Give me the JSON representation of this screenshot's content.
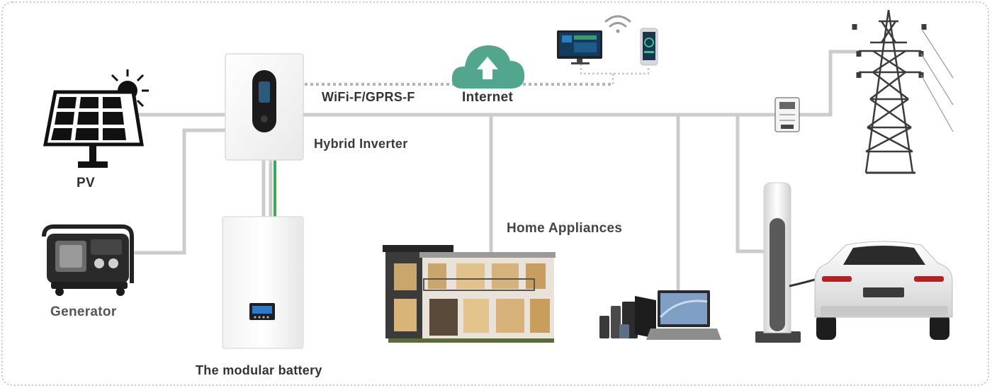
{
  "labels": {
    "pv": "PV",
    "generator": "Generator",
    "hybrid_inverter": "Hybrid Inverter",
    "modular_battery": "The modular battery",
    "comm": "WiFi-F/GPRS-F",
    "internet": "Internet",
    "home_appliances": "Home Appliances"
  },
  "colors": {
    "wire": "#cccccc",
    "battery_link": "#3aa95a",
    "cloud": "#52a68e",
    "border": "#b8b8b8",
    "label_dark": "#2f2f2f",
    "label_mid": "#555555"
  },
  "icons": [
    "solar-panel-icon",
    "sun-icon",
    "generator-icon",
    "inverter-icon",
    "battery-icon",
    "cloud-upload-icon",
    "wifi-icon",
    "monitor-icon",
    "phone-icon",
    "house-icon",
    "computer-devices-icon",
    "ev-charger-icon",
    "car-icon",
    "meter-icon",
    "power-tower-icon"
  ]
}
